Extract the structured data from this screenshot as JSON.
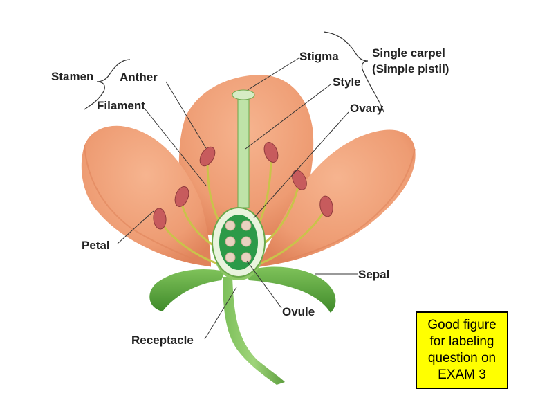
{
  "labels": {
    "stamen": "Stamen",
    "anther": "Anther",
    "filament": "Filament",
    "stigma": "Stigma",
    "style": "Style",
    "ovary": "Ovary",
    "single_carpel_line1": "Single carpel",
    "single_carpel_line2": "(Simple pistil)",
    "petal": "Petal",
    "sepal": "Sepal",
    "ovule": "Ovule",
    "receptacle": "Receptacle"
  },
  "note": {
    "lines": [
      "Good figure",
      "for labeling",
      "question on",
      "EXAM 3"
    ],
    "background": "#ffff00",
    "border": "#000000"
  },
  "colors": {
    "petal": "#f0a27a",
    "petal_shade": "#e07a50",
    "sepal": "#5aa33c",
    "ovary_wall": "#2c9a48",
    "ovule": "#e8d2c0",
    "anther": "#c75b5d",
    "filament": "#c9c34a"
  }
}
